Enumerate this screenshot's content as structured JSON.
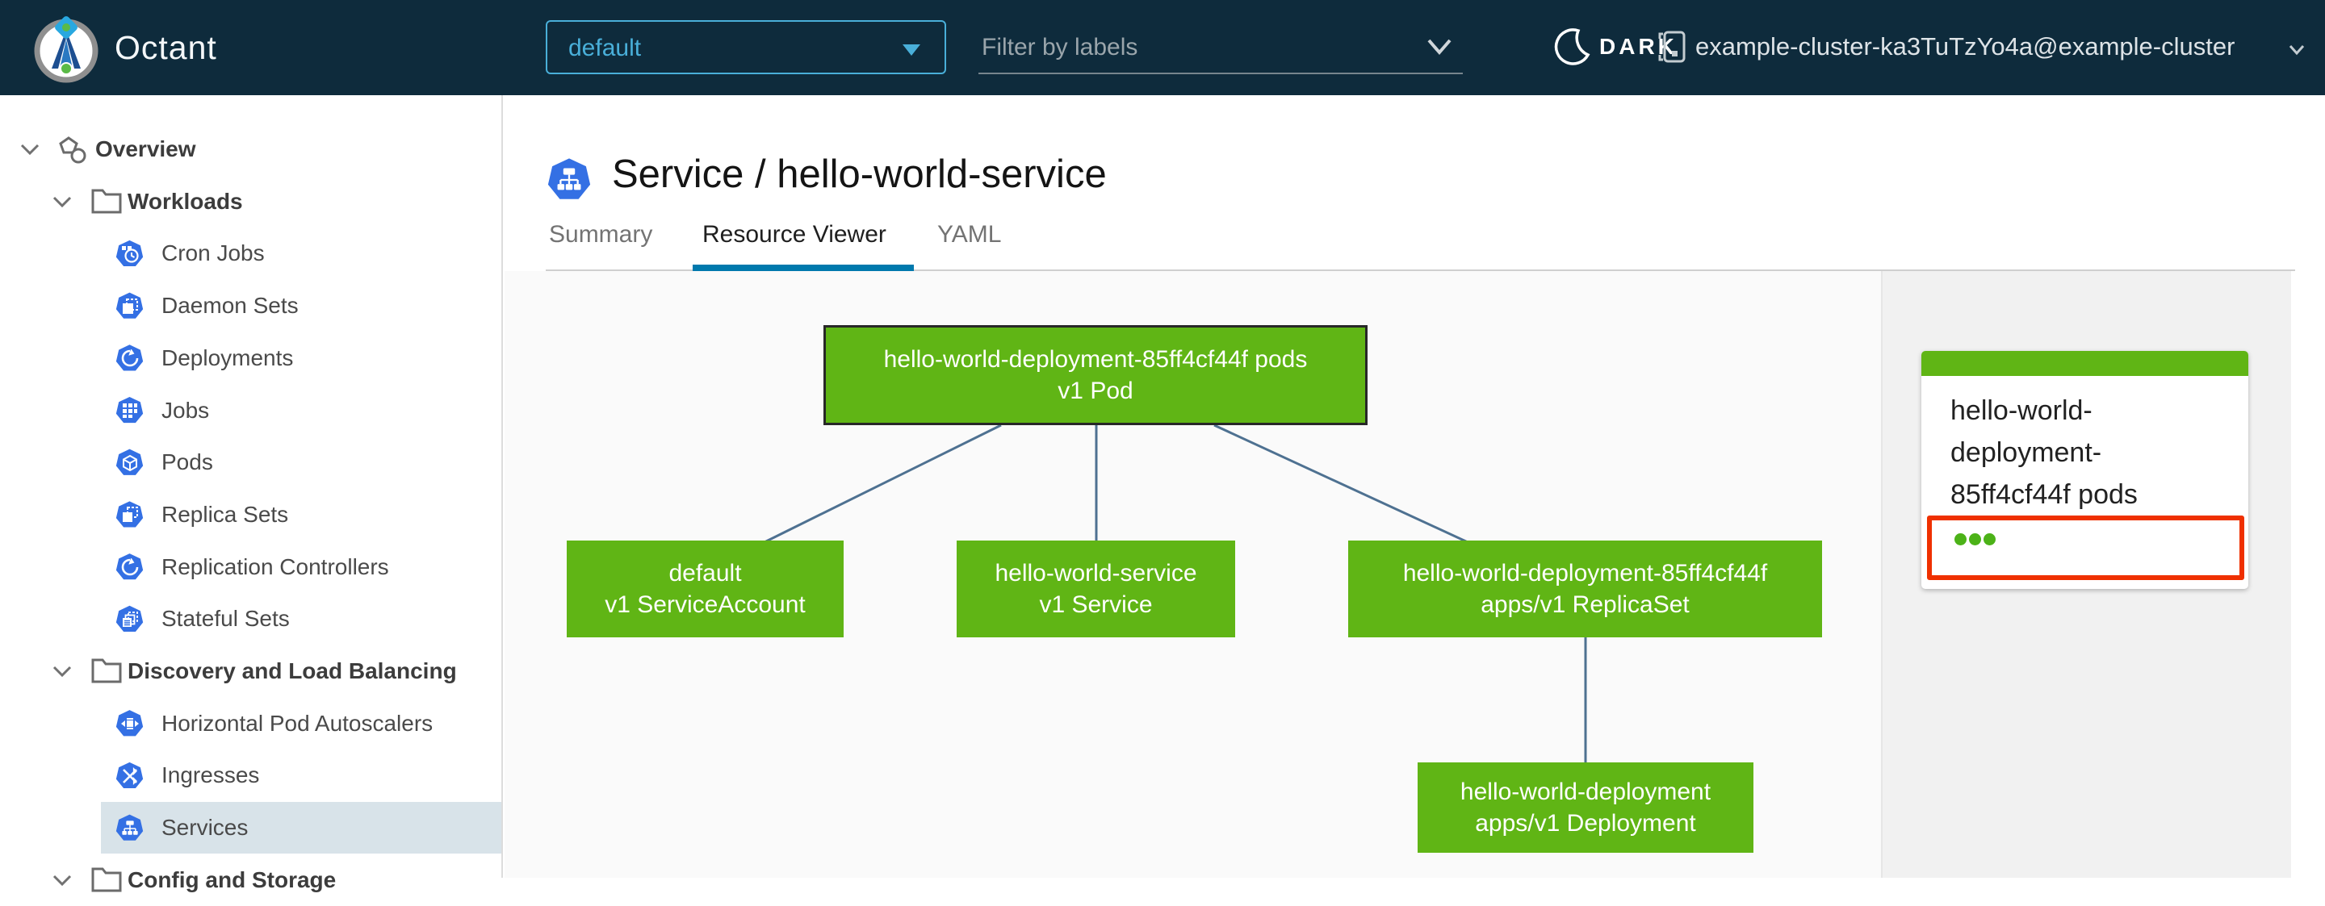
{
  "header": {
    "app_name": "Octant",
    "namespace_selector": {
      "value": "default"
    },
    "filter": {
      "placeholder": "Filter by labels"
    },
    "theme_toggle": {
      "label": "DARK"
    },
    "cluster": {
      "label": "example-cluster-ka3TuTzYo4a@example-cluster"
    }
  },
  "sidebar": {
    "items": [
      {
        "label": "Overview",
        "level": 0,
        "icon": "objects",
        "selected": false
      },
      {
        "label": "Workloads",
        "level": 1,
        "icon": "folder",
        "selected": false
      },
      {
        "label": "Cron Jobs",
        "level": 2,
        "icon": "cronjob",
        "selected": false
      },
      {
        "label": "Daemon Sets",
        "level": 2,
        "icon": "daemonset",
        "selected": false
      },
      {
        "label": "Deployments",
        "level": 2,
        "icon": "deployment",
        "selected": false
      },
      {
        "label": "Jobs",
        "level": 2,
        "icon": "job",
        "selected": false
      },
      {
        "label": "Pods",
        "level": 2,
        "icon": "pod",
        "selected": false
      },
      {
        "label": "Replica Sets",
        "level": 2,
        "icon": "replicaset",
        "selected": false
      },
      {
        "label": "Replication Controllers",
        "level": 2,
        "icon": "replicationcontroller",
        "selected": false
      },
      {
        "label": "Stateful Sets",
        "level": 2,
        "icon": "statefulset",
        "selected": false
      },
      {
        "label": "Discovery and Load Balancing",
        "level": 1,
        "icon": "folder",
        "selected": false
      },
      {
        "label": "Horizontal Pod Autoscalers",
        "level": 2,
        "icon": "hpa",
        "selected": false
      },
      {
        "label": "Ingresses",
        "level": 2,
        "icon": "ingress",
        "selected": false
      },
      {
        "label": "Services",
        "level": 2,
        "icon": "service",
        "selected": true
      },
      {
        "label": "Config and Storage",
        "level": 1,
        "icon": "folder",
        "selected": false
      }
    ]
  },
  "main": {
    "title": "Service / hello-world-service",
    "tabs": [
      {
        "label": "Summary",
        "active": false
      },
      {
        "label": "Resource Viewer",
        "active": true
      },
      {
        "label": "YAML",
        "active": false
      }
    ]
  },
  "graph": {
    "nodes": [
      {
        "id": "pod",
        "name": "hello-world-deployment-85ff4cf44f pods",
        "kind": "v1 Pod",
        "selected": true
      },
      {
        "id": "sa",
        "name": "default",
        "kind": "v1 ServiceAccount",
        "selected": false
      },
      {
        "id": "svc",
        "name": "hello-world-service",
        "kind": "v1 Service",
        "selected": false
      },
      {
        "id": "rs",
        "name": "hello-world-deployment-85ff4cf44f",
        "kind": "apps/v1 ReplicaSet",
        "selected": false
      },
      {
        "id": "dep",
        "name": "hello-world-deployment",
        "kind": "apps/v1 Deployment",
        "selected": false
      }
    ],
    "edges": [
      {
        "from": "pod",
        "to": "sa"
      },
      {
        "from": "pod",
        "to": "svc"
      },
      {
        "from": "pod",
        "to": "rs"
      },
      {
        "from": "rs",
        "to": "dep"
      }
    ]
  },
  "panel": {
    "card": {
      "title_lines": [
        "hello-world-",
        "deployment-",
        "85ff4cf44f pods"
      ],
      "status_dots": 3
    }
  },
  "colors": {
    "header_bg": "#0e2b3c",
    "accent_blue": "#49afd9",
    "icon_blue": "#3470e4",
    "node_green": "#60b515",
    "status_dot_green": "#4cb218",
    "alert_red": "#ef3000",
    "edge_slate": "#4e7191",
    "tab_active_underline": "#0079ad",
    "selected_row_bg": "#d8e3e9"
  }
}
